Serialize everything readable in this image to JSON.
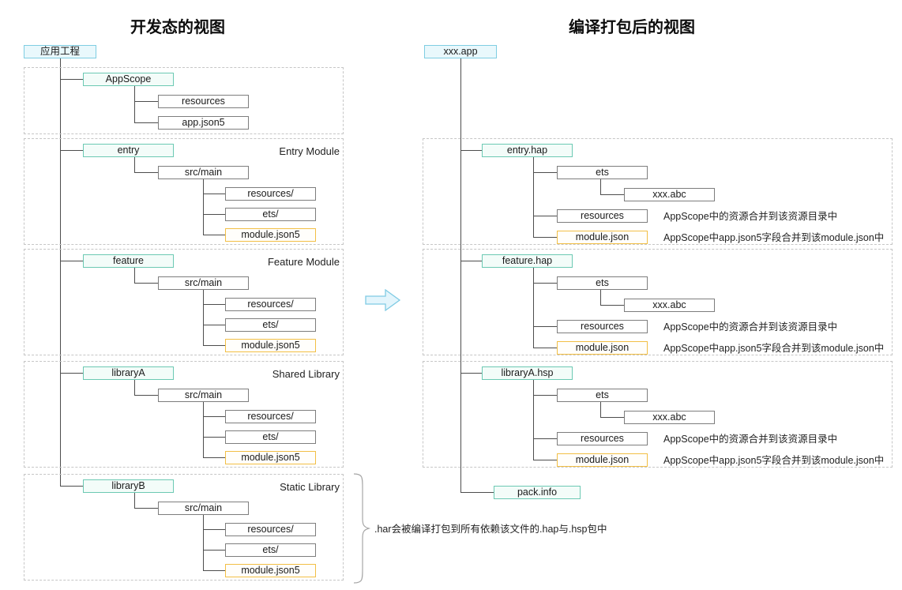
{
  "left": {
    "title": "开发态的视图",
    "root": "应用工程",
    "appscope": {
      "name": "AppScope",
      "resources": "resources",
      "config": "app.json5"
    },
    "modules": [
      {
        "name": "entry",
        "type_label": "Entry Module",
        "src": "src/main",
        "resources": "resources/",
        "ets": "ets/",
        "config": "module.json5"
      },
      {
        "name": "feature",
        "type_label": "Feature Module",
        "src": "src/main",
        "resources": "resources/",
        "ets": "ets/",
        "config": "module.json5"
      },
      {
        "name": "libraryA",
        "type_label": "Shared Library",
        "src": "src/main",
        "resources": "resources/",
        "ets": "ets/",
        "config": "module.json5"
      },
      {
        "name": "libraryB",
        "type_label": "Static Library",
        "src": "src/main",
        "resources": "resources/",
        "ets": "ets/",
        "config": "module.json5"
      }
    ]
  },
  "right": {
    "title": "编译打包后的视图",
    "root": "xxx.app",
    "packages": [
      {
        "name": "entry.hap",
        "ets": "ets",
        "abc": "xxx.abc",
        "resources": "resources",
        "resources_note": "AppScope中的资源合并到该资源目录中",
        "config": "module.json",
        "config_note": "AppScope中app.json5字段合并到该module.json中"
      },
      {
        "name": "feature.hap",
        "ets": "ets",
        "abc": "xxx.abc",
        "resources": "resources",
        "resources_note": "AppScope中的资源合并到该资源目录中",
        "config": "module.json",
        "config_note": "AppScope中app.json5字段合并到该module.json中"
      },
      {
        "name": "libraryA.hsp",
        "ets": "ets",
        "abc": "xxx.abc",
        "resources": "resources",
        "resources_note": "AppScope中的资源合并到该资源目录中",
        "config": "module.json",
        "config_note": "AppScope中app.json5字段合并到该module.json中"
      }
    ],
    "pack_info": "pack.info",
    "har_note": ".har会被编译打包到所有依赖该文件的.hap与.hsp包中"
  },
  "colors": {
    "blue_border": "#7fcde2",
    "green_border": "#6cc9b3",
    "yellow_border": "#f2bf45",
    "line": "#4d4d4d",
    "dashed": "#c6c6c6"
  }
}
